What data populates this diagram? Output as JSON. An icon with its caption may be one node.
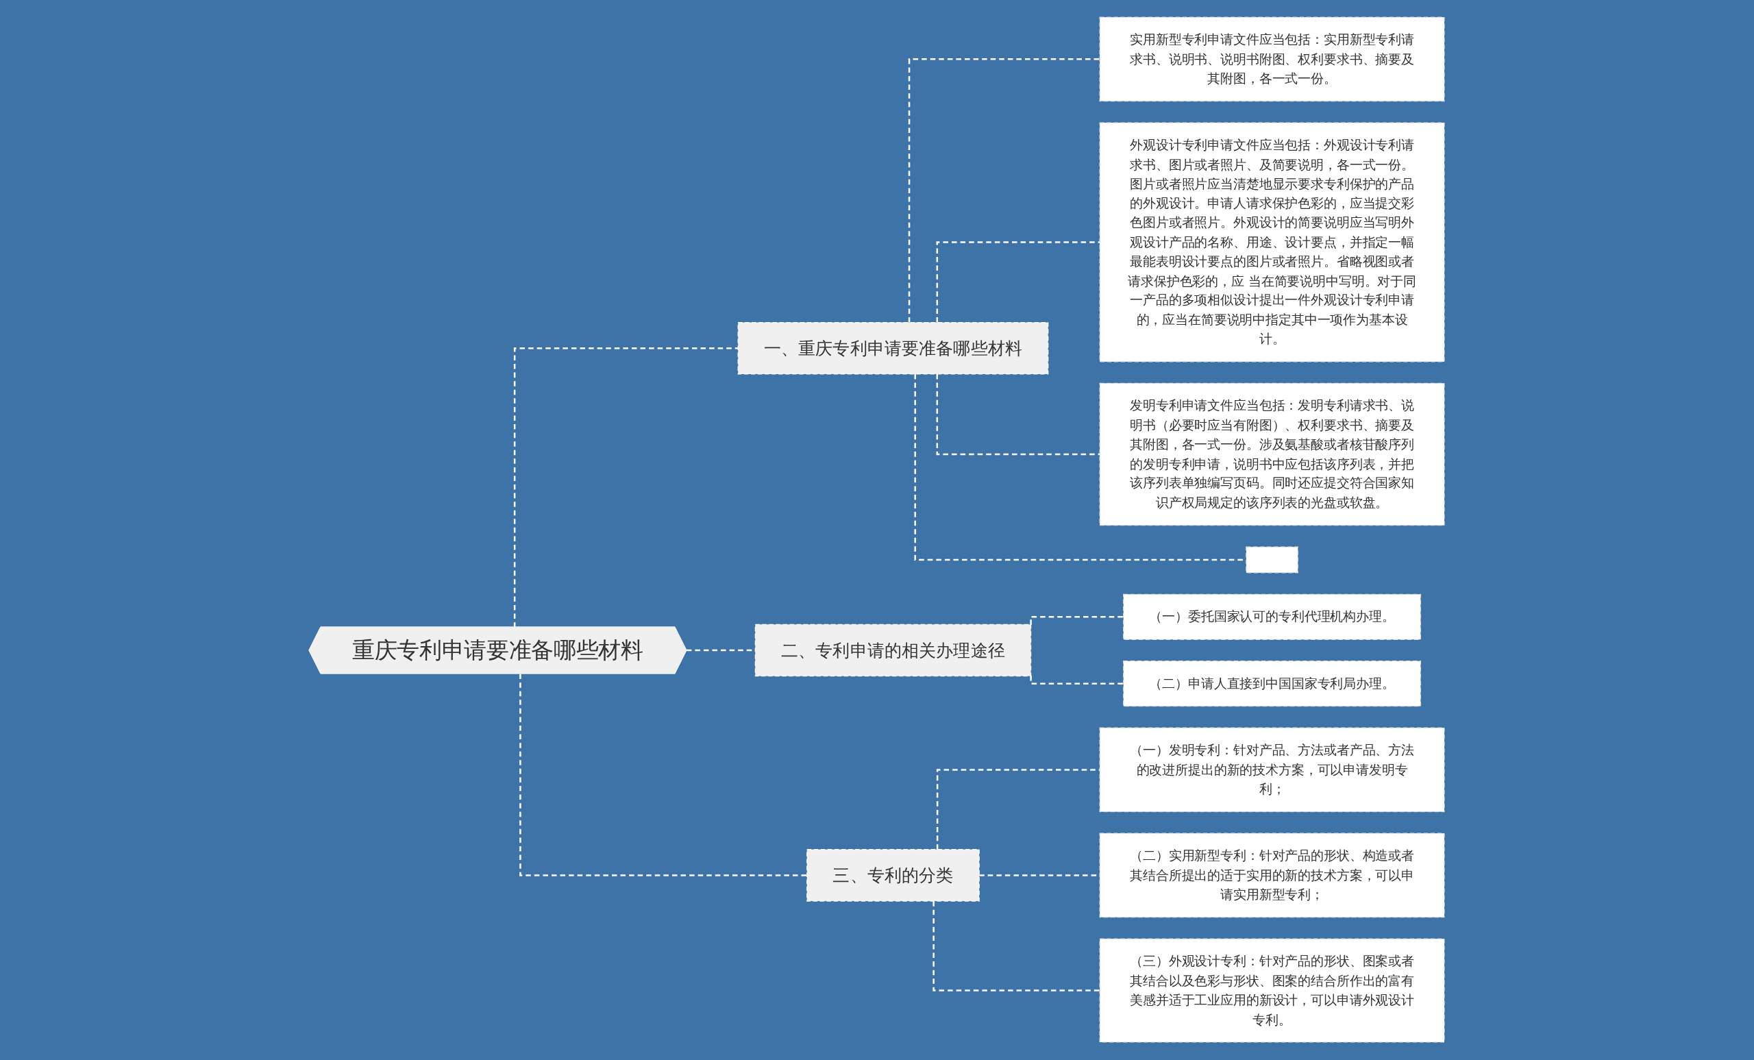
{
  "diagram": {
    "nodes": [
      {
        "text": [
          "重庆专利申请要准备哪些材料"
        ]
      },
      {
        "text": [
          "一、重庆专利申请要准备哪些材料"
        ]
      },
      {
        "text": [
          "实用新型专利申请文件应当包括：实用新型专利请求书、说明书、说明书附图、权利要求书、摘要及其附图，各一式一份。"
        ]
      },
      {
        "text": [
          "外观设计专利申请文件应当包括：外观设计专利请求书、图片或者照片、及简要说明，各一式一份。图片或者照片应当清楚地显示要求专利保护的产品的外观设计。申请人请求保护色彩的，应当提交彩色图片或者照片。外观设计的简要说明应当写明外观设计产品的名称、用途、设计要点，并指定一幅最能表明设计要点的图片或者照片。省略视图或者请求保护色彩的，应 当在简要说明中写明。对于同一产品的多项相似设计提出一件外观设计专利申请的，应当在简要说明中指定其中一项作为基本设计。"
        ]
      },
      {
        "text": [
          "发明专利申请文件应当包括：发明专利请求书、说明书（必要时应当有附图）、权利要求书、摘要及其附图，各一式一份。涉及氨基酸或者核苷酸序列的发明专利申请，说明书中应包括该序列表，并把该序列表单独编写页码。同时还应提交符合国家知识产权局规定的该序列表的光盘或软盘。"
        ]
      },
      {
        "text": [],
        "shape": "box"
      },
      {
        "text": [
          "二、专利申请的相关办理途径"
        ]
      },
      {
        "text": [
          "（一）委托国家认可的专利代理机构办理。"
        ]
      },
      {
        "text": [
          "（二）申请人直接到中国国家专利局办理。"
        ]
      },
      {
        "text": [
          "三、专利的分类"
        ]
      },
      {
        "text": [
          "（一）发明专利：针对产品、方法或者产品、方法的改进所提出的新的技术方案，可以申请发明专利；"
        ]
      },
      {
        "text": [
          "（二）实用新型专利：针对产品的形状、构造或者其结合所提出的适于实用的新的技术方案，可以申请实用新型专利；"
        ]
      },
      {
        "text": [
          "（三）外观设计专利：针对产品的形状、图案或者其结合以及色彩与形状、图案的结合所作出的富有美感并适于工业应用的新设计，可以申请外观设计专利。"
        ]
      }
    ],
    "edges": [
      {
        "from": 0,
        "to": 1,
        "arrow": "none",
        "style": "dashed"
      },
      {
        "from": 1,
        "to": 2,
        "arrow": "none",
        "style": "dashed"
      },
      {
        "from": 1,
        "to": 3,
        "arrow": "none",
        "style": "dashed"
      },
      {
        "from": 1,
        "to": 4,
        "arrow": "none",
        "style": "dashed"
      },
      {
        "from": 1,
        "to": 5,
        "arrow": "none",
        "style": "dashed"
      },
      {
        "from": 0,
        "to": 6,
        "arrow": "none",
        "style": "dashed"
      },
      {
        "from": 6,
        "to": 7,
        "arrow": "none",
        "style": "dashed"
      },
      {
        "from": 6,
        "to": 8,
        "arrow": "none",
        "style": "dashed"
      },
      {
        "from": 0,
        "to": 9,
        "arrow": "none",
        "style": "dashed"
      },
      {
        "from": 9,
        "to": 10,
        "arrow": "none",
        "style": "dashed"
      },
      {
        "from": 9,
        "to": 11,
        "arrow": "none",
        "style": "dashed"
      },
      {
        "from": 9,
        "to": 12,
        "arrow": "none",
        "style": "dashed"
      }
    ]
  }
}
